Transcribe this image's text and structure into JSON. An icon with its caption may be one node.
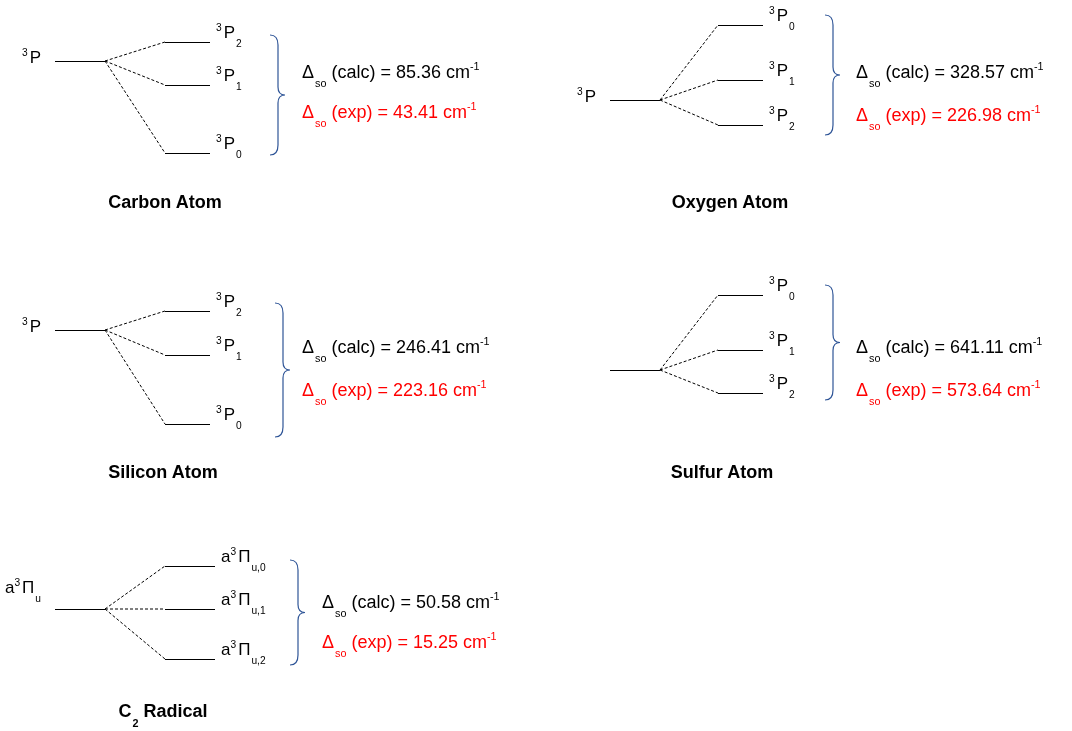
{
  "diagram": {
    "nodes": [
      {
        "text": [],
        "shape": "bar",
        "beside": [
          "$^{3}$P"
        ]
      },
      {
        "text": [],
        "shape": "bar",
        "beside": [
          "$^{3}$P$_{2}$"
        ]
      },
      {
        "text": [],
        "shape": "bar",
        "beside": [
          "$^{3}$P$_{1}$"
        ]
      },
      {
        "text": [],
        "shape": "bar",
        "beside": [
          "$^{3}$P$_{0}$"
        ]
      },
      {
        "text": [],
        "shape": "bar",
        "beside": [
          "$^{3}$P"
        ]
      },
      {
        "text": [],
        "shape": "bar",
        "beside": [
          "$^{3}$P$_{0}$"
        ]
      },
      {
        "text": [],
        "shape": "bar",
        "beside": [
          "$^{3}$P$_{1}$"
        ]
      },
      {
        "text": [],
        "shape": "bar",
        "beside": [
          "$^{3}$P$_{2}$"
        ]
      },
      {
        "text": [],
        "shape": "bar",
        "beside": [
          "$^{3}$P"
        ]
      },
      {
        "text": [],
        "shape": "bar",
        "beside": [
          "$^{3}$P$_{2}$"
        ]
      },
      {
        "text": [],
        "shape": "bar",
        "beside": [
          "$^{3}$P$_{1}$"
        ]
      },
      {
        "text": [],
        "shape": "bar",
        "beside": [
          "$^{3}$P$_{0}$"
        ]
      },
      {
        "text": [],
        "shape": "bar"
      },
      {
        "text": [],
        "shape": "bar",
        "beside": [
          "$^{3}$P$_{0}$"
        ]
      },
      {
        "text": [],
        "shape": "bar",
        "beside": [
          "$^{3}$P$_{1}$"
        ]
      },
      {
        "text": [],
        "shape": "bar",
        "beside": [
          "$^{3}$P$_{2}$"
        ]
      },
      {
        "text": [],
        "shape": "bar",
        "beside": [
          "a$^{3}$Π$_{u}$"
        ]
      },
      {
        "text": [],
        "shape": "bar",
        "beside": [
          "a$^{3}$Π$_{u,0}$"
        ]
      },
      {
        "text": [],
        "shape": "bar",
        "beside": [
          "a$^{3}$Π$_{u,1}$"
        ]
      },
      {
        "text": [],
        "shape": "bar",
        "beside": [
          "a$^{3}$Π$_{u,2}$"
        ]
      }
    ],
    "edges": [
      {
        "from": 0,
        "to": 1,
        "arrow": "none",
        "style": "dashed"
      },
      {
        "from": 0,
        "to": 2,
        "arrow": "none",
        "style": "dashed"
      },
      {
        "from": 0,
        "to": 3,
        "arrow": "none",
        "style": "dashed"
      },
      {
        "from": 4,
        "to": 5,
        "arrow": "none",
        "style": "dashed"
      },
      {
        "from": 4,
        "to": 6,
        "arrow": "none",
        "style": "dashed"
      },
      {
        "from": 4,
        "to": 7,
        "arrow": "none",
        "style": "dashed"
      },
      {
        "from": 8,
        "to": 9,
        "arrow": "none",
        "style": "dashed"
      },
      {
        "from": 8,
        "to": 10,
        "arrow": "none",
        "style": "dashed"
      },
      {
        "from": 8,
        "to": 11,
        "arrow": "none",
        "style": "dashed"
      },
      {
        "from": 12,
        "to": 13,
        "arrow": "none",
        "style": "dashed"
      },
      {
        "from": 12,
        "to": 14,
        "arrow": "none",
        "style": "dashed"
      },
      {
        "from": 12,
        "to": 15,
        "arrow": "none",
        "style": "dashed"
      },
      {
        "from": 16,
        "to": 17,
        "arrow": "none",
        "style": "dashed"
      },
      {
        "from": 16,
        "to": 18,
        "arrow": "none",
        "style": "dashed"
      },
      {
        "from": 16,
        "to": 19,
        "arrow": "none",
        "style": "dashed"
      }
    ],
    "labels": [
      "Δ$_{so}$ (calc) = 85.36 cm$^{-1}$",
      "Δ$_{so}$ (exp) = 43.41 cm$^{-1}$",
      "Carbon Atom",
      "Δ$_{so}$ (calc) = 328.57 cm$^{-1}$",
      "Δ$_{so}$ (exp) = 226.98 cm$^{-1}$",
      "Oxygen Atom",
      "Δ$_{so}$ (calc) = 246.41 cm$^{-1}$",
      "Δ$_{so}$ (exp) = 223.16 cm$^{-1}$",
      "Silicon Atom",
      "Δ$_{so}$ (calc) = 641.11 cm$^{-1}$",
      "Δ$_{so}$ (exp) = 573.64 cm$^{-1}$",
      "Sulfur Atom",
      "Δ$_{so}$ (calc) = 50.58 cm$^{-1}$",
      "Δ$_{so}$ (exp) = 15.25 cm$^{-1}$",
      "C$_{2}$ Radical"
    ]
  }
}
